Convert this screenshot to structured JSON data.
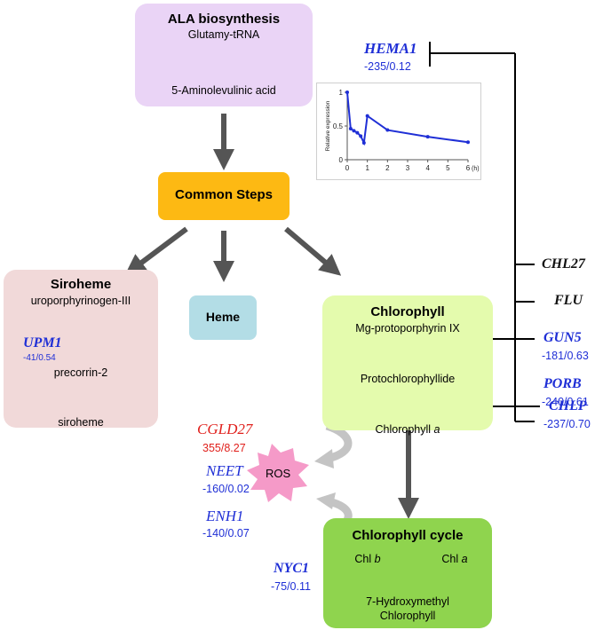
{
  "boxes": {
    "ala": {
      "title": "ALA biosynthesis",
      "line1": "Glutamy-tRNA",
      "line2": "5-Aminolevulinic acid",
      "color": "#ead4f6"
    },
    "common": {
      "title": "Common Steps",
      "color": "#fdb913"
    },
    "siroheme": {
      "title": "Siroheme",
      "line1": "uroporphyrinogen-III",
      "line2": "precorrin-2",
      "line3": "siroheme",
      "color": "#f1d9d9"
    },
    "heme": {
      "title": "Heme",
      "color": "#b3dde6"
    },
    "chlorophyll": {
      "title": "Chlorophyll",
      "line1": "Mg-protoporphyrin IX",
      "line2": "Protochlorophyllide",
      "line3_main": "Chlorophyll ",
      "line3_italic": "a",
      "color": "#e4fbad"
    },
    "cycle": {
      "title": "Chlorophyll cycle",
      "chl_b_main": "Chl ",
      "chl_b_italic": "b",
      "chl_a_main": "Chl ",
      "chl_a_italic": "a",
      "product_line1": "7-Hydroxymethyl",
      "product_line2": "Chlorophyll",
      "color": "#8fd44e"
    }
  },
  "ros": {
    "label": "ROS",
    "color": "#f59ac8"
  },
  "genes": {
    "hema1": {
      "name": "HEMA1",
      "value": "-235/0.12"
    },
    "upm1": {
      "name": "UPM1",
      "value": "-41/0.54"
    },
    "chl27": {
      "name": "CHL27"
    },
    "flu": {
      "name": "FLU"
    },
    "gun5": {
      "name": "GUN5",
      "value": "-181/0.63"
    },
    "porb": {
      "name": "PORB",
      "value": "-240/0.61"
    },
    "chlp": {
      "name": "CHLP",
      "value": "-237/0.70"
    },
    "cgld27": {
      "name": "CGLD27",
      "value": "355/8.27"
    },
    "neet": {
      "name": "NEET",
      "value": "-160/0.02"
    },
    "enh1": {
      "name": "ENH1",
      "value": "-140/0.07"
    },
    "nyc1": {
      "name": "NYC1",
      "value": "-75/0.11"
    }
  },
  "colors": {
    "gene_blue": "#1f2fd6",
    "gene_red": "#e0201c",
    "arrow_gray": "#555555",
    "arrow_navy": "#1b2a5e"
  },
  "chart_data": {
    "type": "line",
    "x": [
      0,
      0.17,
      0.33,
      0.5,
      0.67,
      0.83,
      1,
      2,
      4,
      6
    ],
    "series": [
      {
        "values": [
          1.0,
          0.46,
          0.43,
          0.4,
          0.35,
          0.25,
          0.65,
          0.44,
          0.34,
          0.26
        ]
      }
    ],
    "ylabel": "Relative expression",
    "xunit": "(h)",
    "xticks": [
      "0",
      "1",
      "2",
      "3",
      "4",
      "5",
      "6"
    ],
    "yticks": [
      "0",
      "0.5",
      "1"
    ],
    "xlim": [
      0,
      6
    ],
    "ylim": [
      0,
      1
    ],
    "line_color": "#1f2fd6"
  }
}
